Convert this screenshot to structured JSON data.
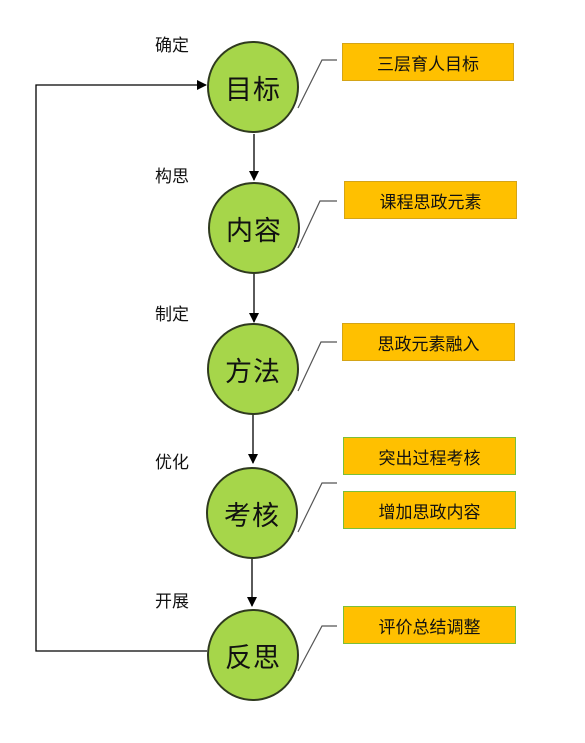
{
  "colors": {
    "node_fill": "#a6d64a",
    "note_fill": "#ffc000",
    "note_border_yellow": "#d4a417",
    "note_border_green": "#7bbf3a"
  },
  "nodes": [
    {
      "label": "目标",
      "verb": "确定"
    },
    {
      "label": "内容",
      "verb": "构思"
    },
    {
      "label": "方法",
      "verb": "制定"
    },
    {
      "label": "考核",
      "verb": "优化"
    },
    {
      "label": "反思",
      "verb": "开展"
    }
  ],
  "notes": [
    {
      "text": "三层育人目标",
      "border": "yellow"
    },
    {
      "text": "课程思政元素",
      "border": "yellow"
    },
    {
      "text": "思政元素融入",
      "border": "yellow"
    },
    {
      "text": "突出过程考核",
      "border": "green"
    },
    {
      "text": "增加思政内容",
      "border": "green"
    },
    {
      "text": "评价总结调整",
      "border": "green"
    }
  ]
}
